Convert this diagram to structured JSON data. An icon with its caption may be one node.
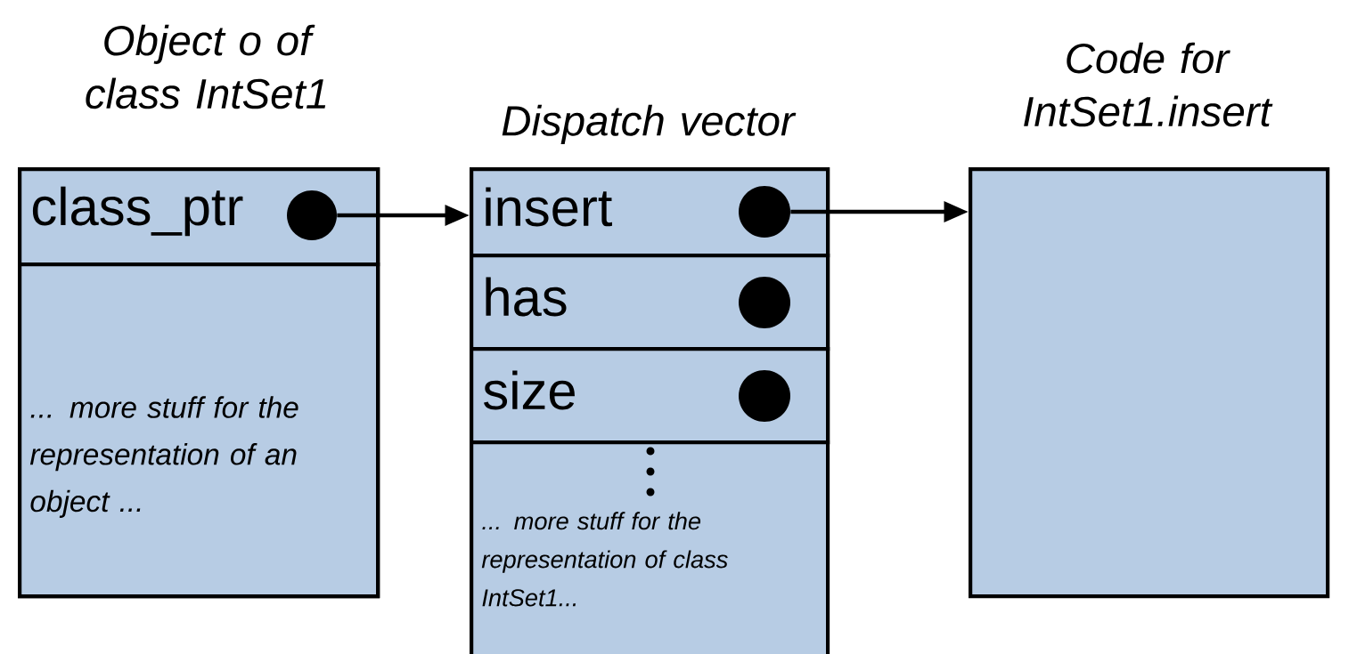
{
  "diagram": {
    "nodes": [
      {
        "text": [
          "Object o of class IntSet1"
        ]
      },
      {
        "text": [
          "class_ptr"
        ],
        "in": 0
      },
      {
        "text": [],
        "shape": "circle",
        "in": 1
      },
      {
        "text": [
          "... more stuff for the representation of an object ..."
        ],
        "in": 0
      },
      {
        "text": [
          "Dispatch vector"
        ]
      },
      {
        "text": [
          "insert"
        ],
        "in": 4
      },
      {
        "text": [],
        "shape": "circle",
        "in": 5
      },
      {
        "text": [
          "has"
        ],
        "in": 4
      },
      {
        "text": [],
        "shape": "circle",
        "in": 7
      },
      {
        "text": [
          "size"
        ],
        "in": 4
      },
      {
        "text": [],
        "shape": "circle",
        "in": 9
      },
      {
        "text": [
          "... more stuff for the representation of class IntSet1..."
        ],
        "in": 4
      },
      {
        "text": [
          "Code for IntSet1.insert"
        ]
      }
    ],
    "edges": [
      {
        "from": 2,
        "to": 5,
        "arrow": "to"
      },
      {
        "from": 6,
        "to": 12,
        "arrow": "to"
      }
    ]
  }
}
